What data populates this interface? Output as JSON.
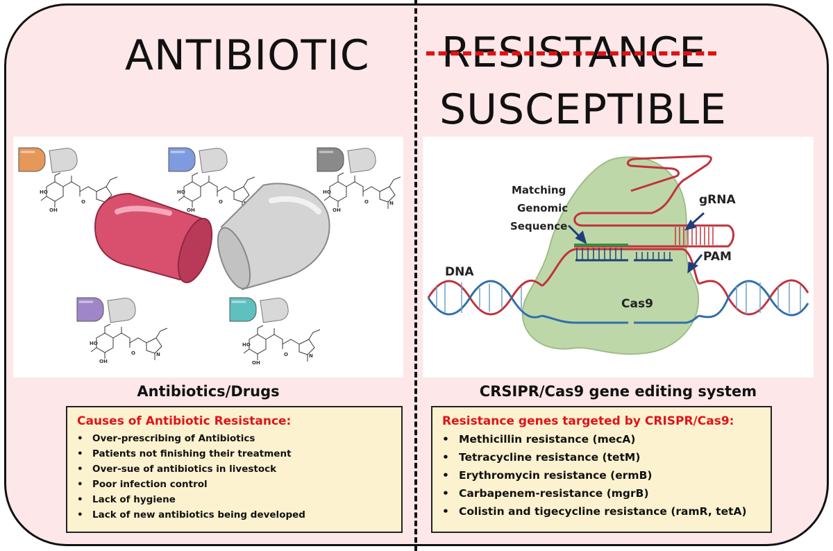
{
  "titles": {
    "left": "ANTIBIOTIC",
    "right_struck": "RESISTANCE",
    "right_new": "SUSCEPTIBLE"
  },
  "left_panel": {
    "caption": "Antibiotics/Drugs",
    "capsule_colors": [
      "#e6975a",
      "#7f9be0",
      "#8a8a8a",
      "#9f86c9",
      "#5ec0bf"
    ],
    "big_capsule_color": "#d9506e"
  },
  "right_panel": {
    "caption": "CRSIPR/Cas9 gene editing system",
    "labels": {
      "matching_1": "Matching",
      "matching_2": "Genomic",
      "matching_3": "Sequence",
      "grna": "gRNA",
      "pam": "PAM",
      "dna": "DNA",
      "cas9": "Cas9"
    }
  },
  "causes_box": {
    "heading": "Causes of Antibiotic Resistance:",
    "items": [
      "Over-prescribing of Antibiotics",
      "Patients not finishing their treatment",
      "Over-sue of antibiotics in livestock",
      "Poor infection control",
      "Lack of hygiene",
      "Lack of new antibiotics being developed"
    ]
  },
  "targets_box": {
    "heading": "Resistance genes targeted by CRISPR/Cas9:",
    "items": [
      "Methicillin resistance (mecA)",
      "Tetracycline resistance (tetM)",
      "Erythromycin resistance (ermB)",
      "Carbapenem-resistance (mgrB)",
      "Colistin and tigecycline resistance (ramR, tetA)"
    ]
  },
  "colors": {
    "background": "#fde7e9",
    "strike": "#e1120f",
    "heading_red": "#e0131b",
    "box_fill": "#fdf2cf",
    "cas9_green": "#b8d3a0",
    "dna_red": "#c0323b",
    "dna_blue": "#2f6fa8"
  },
  "bullet_glyph": "•"
}
